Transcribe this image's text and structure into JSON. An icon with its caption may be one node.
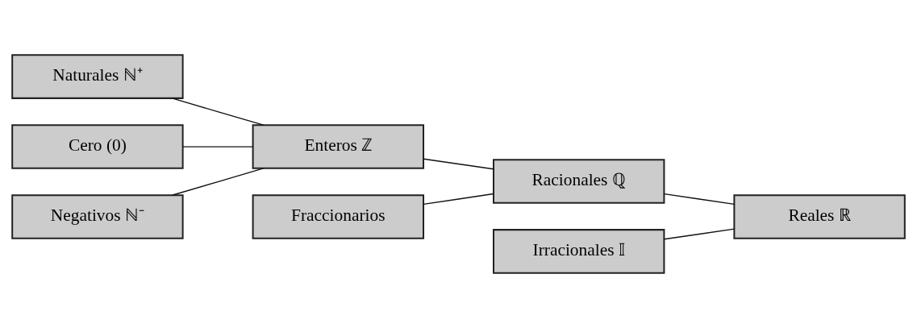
{
  "diagram": {
    "nodes": [
      {
        "text": [
          "Naturales ℕ⁺"
        ]
      },
      {
        "text": [
          "Cero (0)"
        ]
      },
      {
        "text": [
          "Negativos ℕ⁻"
        ]
      },
      {
        "text": [
          "Enteros ℤ"
        ]
      },
      {
        "text": [
          "Fraccionarios"
        ]
      },
      {
        "text": [
          "Racionales ℚ"
        ]
      },
      {
        "text": [
          "Reales ℝ"
        ]
      },
      {
        "text": [
          "Irracionales 𝕀"
        ]
      }
    ],
    "edges": [
      {
        "from": 0,
        "to": 3,
        "arrow": "none"
      },
      {
        "from": 1,
        "to": 3,
        "arrow": "none"
      },
      {
        "from": 2,
        "to": 3,
        "arrow": "none"
      },
      {
        "from": 3,
        "to": 5,
        "arrow": "none"
      },
      {
        "from": 4,
        "to": 5,
        "arrow": "none"
      },
      {
        "from": 5,
        "to": 6,
        "arrow": "none"
      },
      {
        "from": 7,
        "to": 6,
        "arrow": "none"
      }
    ]
  }
}
